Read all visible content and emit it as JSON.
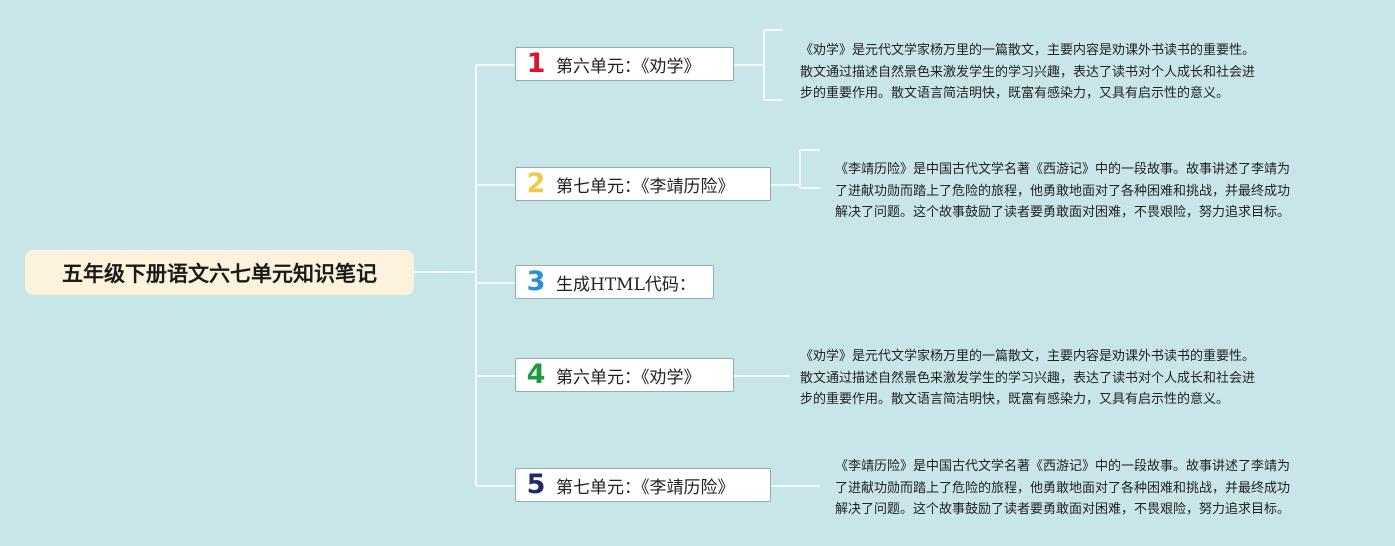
{
  "root": {
    "title": "五年级下册语文六七单元知识笔记"
  },
  "branches": [
    {
      "number": "1",
      "label": "第六单元：《劝学》",
      "color": "#d8172f",
      "note": [
        "《劝学》是元代文学家杨万里的一篇散文，主要内容是劝课外书读书的重要性。",
        "散文通过描述自然景色来激发学生的学习兴趣，表达了读书对个人成长和社会进",
        "步的重要作用。散文语言简洁明快，既富有感染力，又具有启示性的意义。"
      ]
    },
    {
      "number": "2",
      "label": "第七单元：《李靖历险》",
      "color": "#f2c94c",
      "note": [
        "《李靖历险》是中国古代文学名著《西游记》中的一段故事。故事讲述了李靖为",
        "了进献功勋而踏上了危险的旅程，他勇敢地面对了各种困难和挑战，并最终成功",
        "解决了问题。这个故事鼓励了读者要勇敢面对困难，不畏艰险，努力追求目标。"
      ]
    },
    {
      "number": "3",
      "label": "生成HTML代码：",
      "color": "#2a8fd4",
      "note": []
    },
    {
      "number": "4",
      "label": "第六单元：《劝学》",
      "color": "#1f9a3a",
      "note": [
        "《劝学》是元代文学家杨万里的一篇散文，主要内容是劝课外书读书的重要性。",
        "散文通过描述自然景色来激发学生的学习兴趣，表达了读书对个人成长和社会进",
        "步的重要作用。散文语言简洁明快，既富有感染力，又具有启示性的意义。"
      ]
    },
    {
      "number": "5",
      "label": "第七单元：《李靖历险》",
      "color": "#1f2a6e",
      "note": [
        "《李靖历险》是中国古代文学名著《西游记》中的一段故事。故事讲述了李靖为",
        "了进献功勋而踏上了危险的旅程，他勇敢地面对了各种困难和挑战，并最终成功",
        "解决了问题。这个故事鼓励了读者要勇敢面对困难，不畏艰险，努力追求目标。"
      ]
    }
  ],
  "colors": {
    "background": "#c8e6e8",
    "root_fill": "#fdf3dc",
    "line": "#ffffff"
  }
}
